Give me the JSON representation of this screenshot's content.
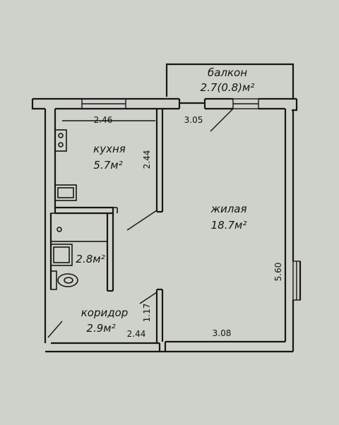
{
  "rooms": {
    "balcony": {
      "name": "балкон",
      "area": "2.7(0.8)м²"
    },
    "kitchen": {
      "name": "кухня",
      "area": "5.7м²"
    },
    "living": {
      "name": "жилая",
      "area": "18.7м²"
    },
    "bathroom": {
      "area": "2.8м²"
    },
    "corridor": {
      "name": "коридор",
      "area": "2.9м²"
    }
  },
  "dimensions": {
    "kitchen_width": "2.46",
    "kitchen_depth": "2.44",
    "living_top": "3.05",
    "living_depth": "5.60",
    "living_bottom": "3.08",
    "corridor_width": "2.44",
    "corridor_depth": "1.17"
  },
  "colors": {
    "paper": "#cfd1cb",
    "ink": "#161616"
  }
}
